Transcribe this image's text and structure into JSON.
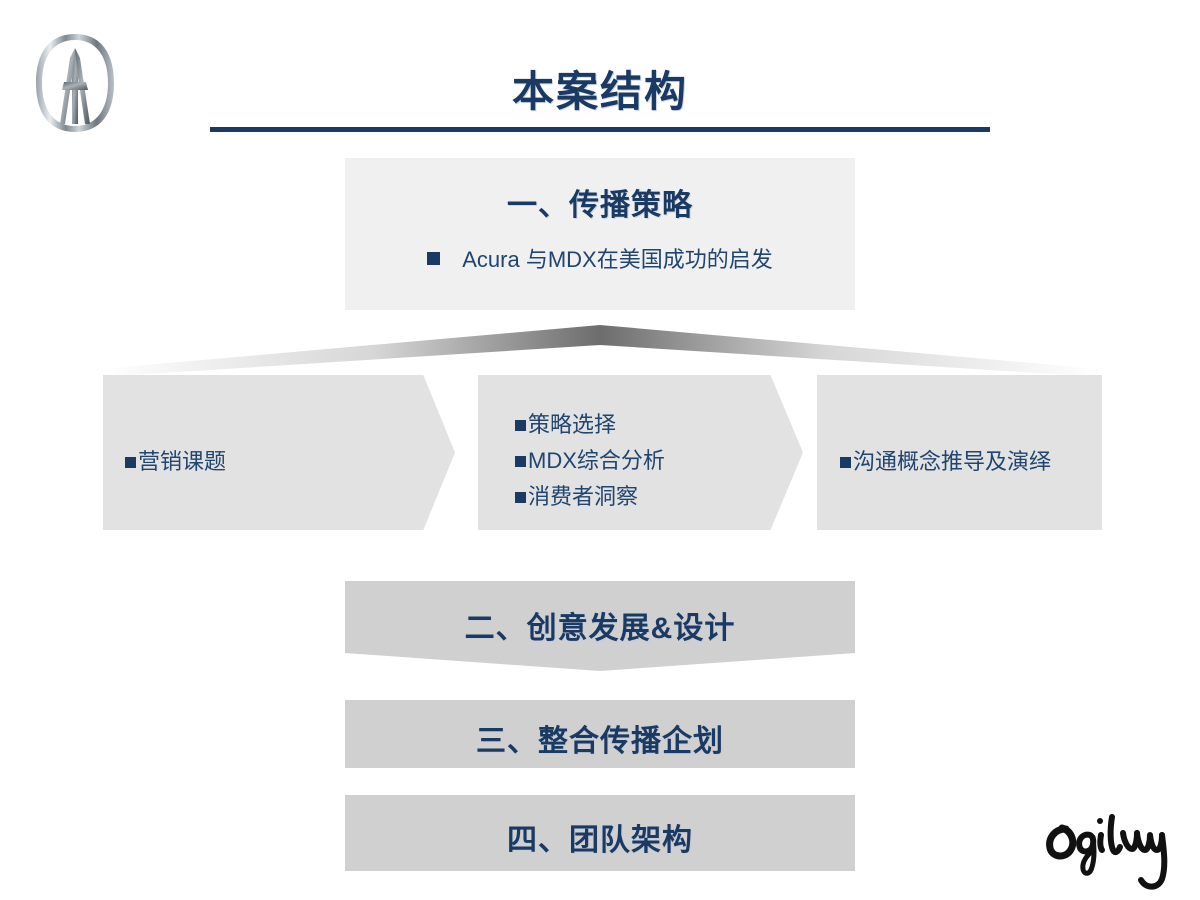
{
  "slide": {
    "title": "本案结构",
    "brand_logo": "acura-logo",
    "agency_logo": "ogilvy-logo",
    "colors": {
      "navy": "#1b3a63",
      "text_blue": "#20456f",
      "box_light": "#f0f0f0",
      "box_mid": "#e2e2e2",
      "box_dark": "#d0d0d0",
      "background": "#ffffff"
    }
  },
  "section_1": {
    "heading": "一、传播策略",
    "bullets": [
      "Acura 与MDX在美国成功的启发"
    ]
  },
  "row_middle": {
    "items": [
      {
        "name": "marketing-topic",
        "lines": [
          "营销课题"
        ]
      },
      {
        "name": "strategy-analysis",
        "lines": [
          "策略选择",
          "MDX综合分析",
          "消费者洞察"
        ]
      },
      {
        "name": "concept-derivation",
        "lines": [
          "沟通概念推导及演绎"
        ]
      }
    ]
  },
  "sections_bottom": [
    {
      "label": "二、创意发展&设计"
    },
    {
      "label": "三、整合传播企划"
    },
    {
      "label": "四、团队架构"
    }
  ]
}
